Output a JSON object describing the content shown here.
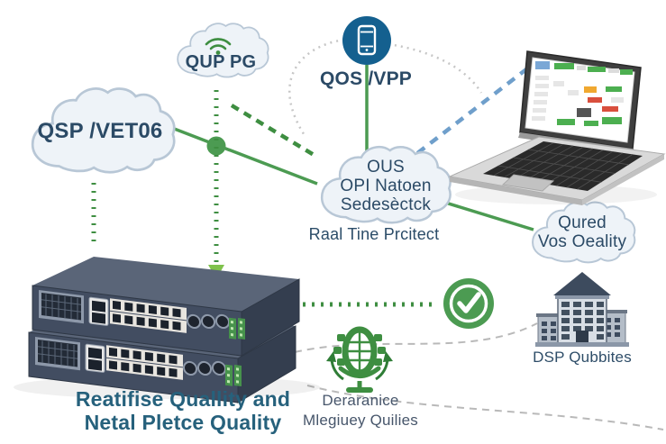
{
  "clouds": {
    "qsp": {
      "label": "QSP /VET06"
    },
    "qup": {
      "label": "QUP PG"
    },
    "center": {
      "lines": [
        "OUS",
        "OPI Natoen",
        "Sedesèctck"
      ]
    },
    "qured": {
      "lines": [
        "Qured",
        "Vos Oeality"
      ]
    }
  },
  "labels": {
    "phone": "QOS /VPP",
    "center_caption": "Raal Tine Prcitect",
    "headline": [
      "Reatifise Quallity and",
      "Netal Pletce Quality"
    ],
    "mic_caption": [
      "Deraranice",
      "Mlegiuey Quilies"
    ],
    "building_caption": "DSP Qubbites"
  },
  "icons": {
    "wifi": "wifi-icon",
    "smartphone": "smartphone-icon",
    "check": "check-badge-icon",
    "gear_microphone": "gear-microphone-icon",
    "building": "office-building-icon",
    "laptop": "laptop-dashboard-icon",
    "switches": "network-switch-stack-icon"
  },
  "colors": {
    "green_solid": "#4c9b52",
    "green_dotted": "#3e8e41",
    "green_light": "#7fc24c",
    "blue_dashed": "#6f9fcb",
    "phone_circle": "#14608f",
    "cloud_fill": "#eef3f8",
    "cloud_stroke": "#b8c7d6",
    "text_navy": "#2b4a66",
    "headline_teal": "#26617c"
  }
}
